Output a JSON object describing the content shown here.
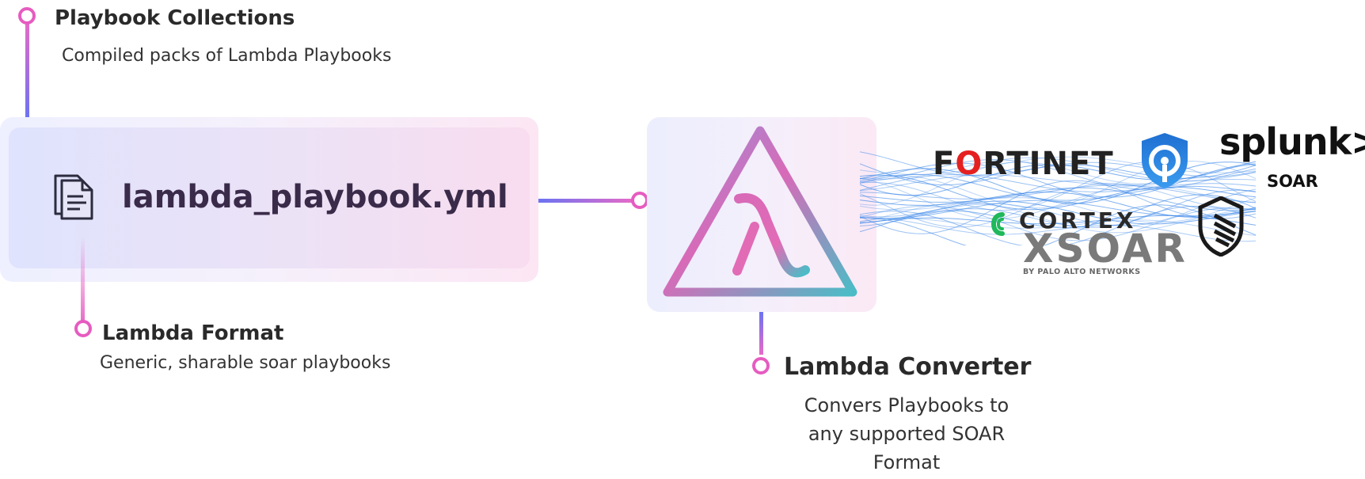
{
  "playbook_collections": {
    "title": "Playbook Collections",
    "description": "Compiled packs of Lambda Playbooks"
  },
  "file": {
    "name": "lambda_playbook.yml",
    "icon": "document-icon"
  },
  "lambda_format": {
    "title": "Lambda Format",
    "description": "Generic, sharable soar playbooks"
  },
  "lambda_converter": {
    "title": "Lambda Converter",
    "description_lines": [
      "Convers Playbooks to",
      "any supported SOAR",
      "Format"
    ],
    "icon": "lambda-triangle-icon"
  },
  "platforms": {
    "fortinet": "FORTINET",
    "splunk": "splunk>",
    "splunk_sub": "SOAR",
    "cortex": "CORTEX",
    "xsoar": "XSOAR",
    "xsoar_sub": "BY PALO ALTO NETWORKS"
  },
  "colors": {
    "node": "#e65cc0",
    "line_blue": "#6b73f2",
    "line_pink": "#e86ac7",
    "lambda_pink": "#e26bb6",
    "lambda_teal": "#4bbcc6",
    "wave_blue": "#3a86e8"
  }
}
